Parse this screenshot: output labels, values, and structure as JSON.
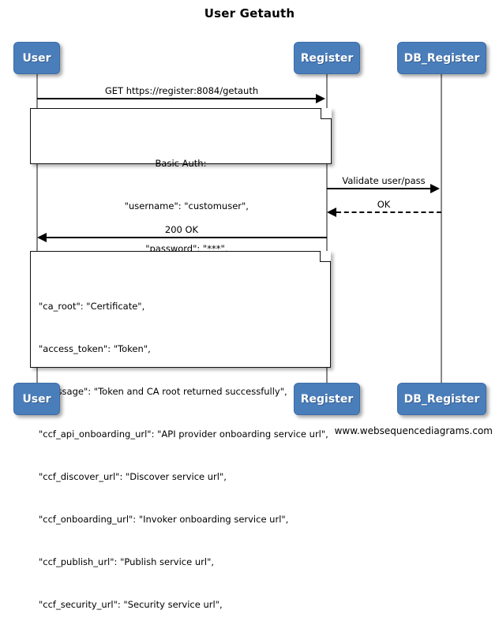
{
  "diagram": {
    "title": "User Getauth",
    "footer": "www.websequencediagrams.com",
    "accent_color": "#4a7ebb",
    "line_color": "#888888",
    "text_color": "#000000"
  },
  "participants": [
    {
      "id": "user",
      "label": "User"
    },
    {
      "id": "register",
      "label": "Register"
    },
    {
      "id": "db_register",
      "label": "DB_Register"
    }
  ],
  "messages": [
    {
      "id": "m1",
      "label": "GET https://register:8084/getauth",
      "from": "user",
      "to": "register",
      "style": "solid"
    },
    {
      "id": "m2",
      "label": "Validate user/pass",
      "from": "register",
      "to": "db_register",
      "style": "solid"
    },
    {
      "id": "m3",
      "label": "OK",
      "from": "db_register",
      "to": "register",
      "style": "dashed"
    },
    {
      "id": "m4",
      "label": "200 OK",
      "from": "register",
      "to": "user",
      "style": "solid"
    }
  ],
  "notes": [
    {
      "id": "note_request",
      "align": "center",
      "lines": [
        "Basic Auth:",
        "    \"username\": \"customuser\",",
        "    \"password\": \"***\","
      ]
    },
    {
      "id": "note_response",
      "align": "left",
      "lines": [
        "\"ca_root\": \"Certificate\",",
        "\"access_token\": \"Token\",",
        "\"message\": \"Token and CA root returned successfully\",",
        "\"ccf_api_onboarding_url\": \"API provider onboarding service url\",",
        "\"ccf_discover_url\": \"Discover service url\",",
        "\"ccf_onboarding_url\": \"Invoker onboarding service url\",",
        "\"ccf_publish_url\": \"Publish service url\",",
        "\"ccf_security_url\": \"Security service url\","
      ]
    }
  ]
}
